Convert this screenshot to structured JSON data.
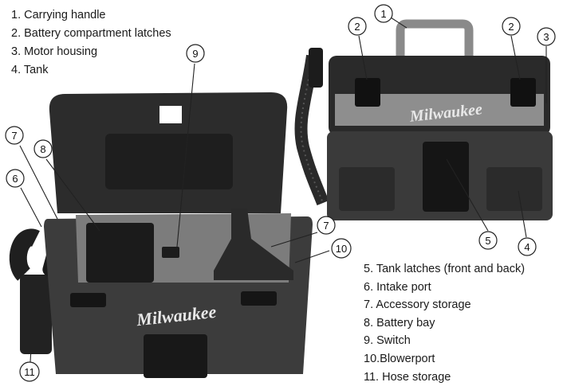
{
  "legend_top": [
    {
      "label": "1.  Carrying  handle"
    },
    {
      "label": "2.  Battery compartment latches"
    },
    {
      "label": "3.  Motor  housing"
    },
    {
      "label": "4.  Tank"
    }
  ],
  "legend_bottom": [
    {
      "label": "5.  Tank latches (front and back)"
    },
    {
      "label": "6.  Intake port"
    },
    {
      "label": "7.  Accessory  storage"
    },
    {
      "label": "8.  Battery  bay"
    },
    {
      "label": "9.  Switch"
    },
    {
      "label": "10.Blowerport"
    },
    {
      "label": "11. Hose storage"
    }
  ],
  "brand": "Milwaukee",
  "callouts": [
    "1",
    "2",
    "2",
    "3",
    "4",
    "5",
    "6",
    "7",
    "7",
    "8",
    "9",
    "10",
    "11"
  ]
}
